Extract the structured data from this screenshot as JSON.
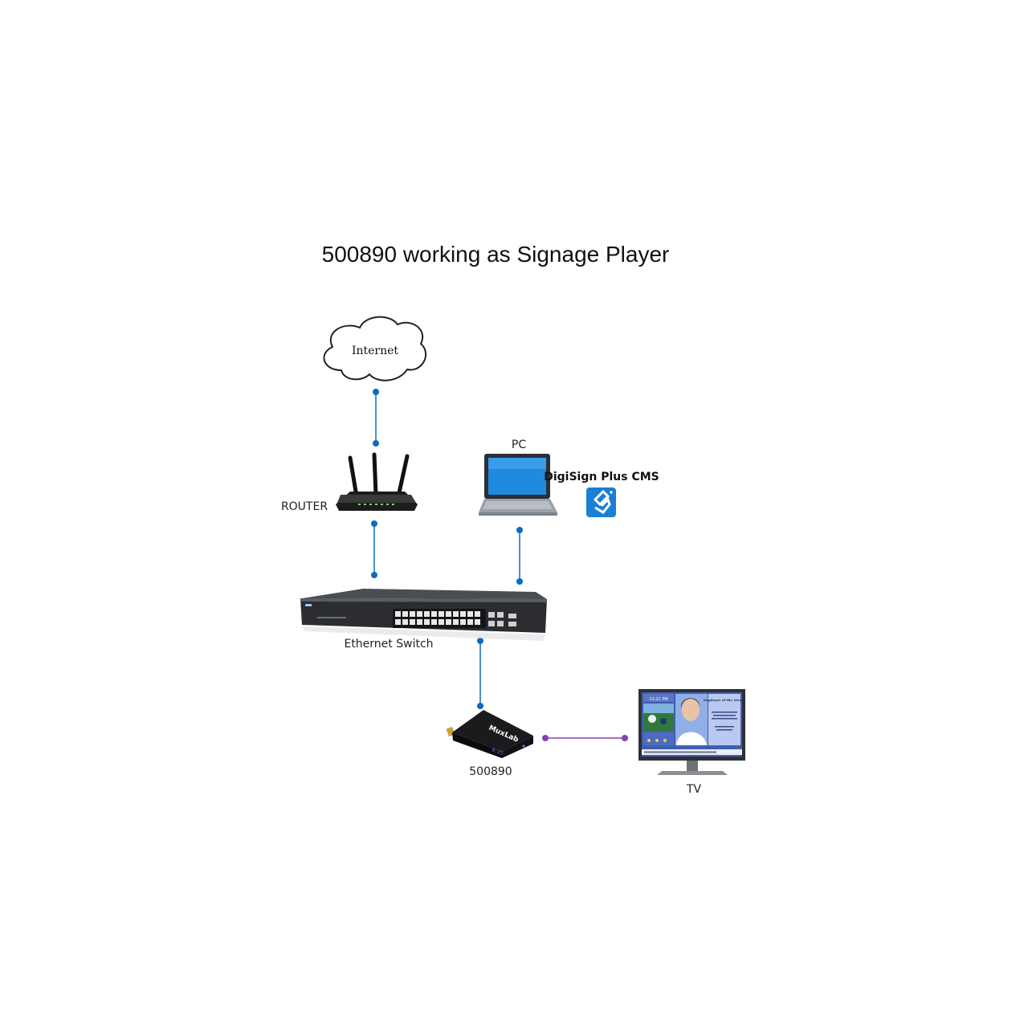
{
  "title": "500890 working as Signage Player",
  "nodes": {
    "internet": {
      "label": "Internet"
    },
    "router": {
      "label": "ROUTER"
    },
    "pc": {
      "label": "PC"
    },
    "cms": {
      "label": "DigiSign Plus CMS"
    },
    "switch": {
      "label": "Ethernet Switch"
    },
    "player": {
      "label": "500890",
      "brand": "MuxLab",
      "display": "8:15"
    },
    "tv": {
      "label": "TV",
      "screen_heading": "Employee of the Month",
      "screen_time": "11:21 PM"
    }
  },
  "colors": {
    "ethernet_link": "#0a6cc2",
    "hdmi_link": "#8a3fb0",
    "cms_badge": "#1a7fd6"
  },
  "icons": {
    "internet": "cloud-icon",
    "router": "router-icon",
    "pc": "laptop-icon",
    "cms": "digisign-logo-icon",
    "switch": "ethernet-switch-icon",
    "player": "media-player-icon",
    "tv": "monitor-icon"
  }
}
